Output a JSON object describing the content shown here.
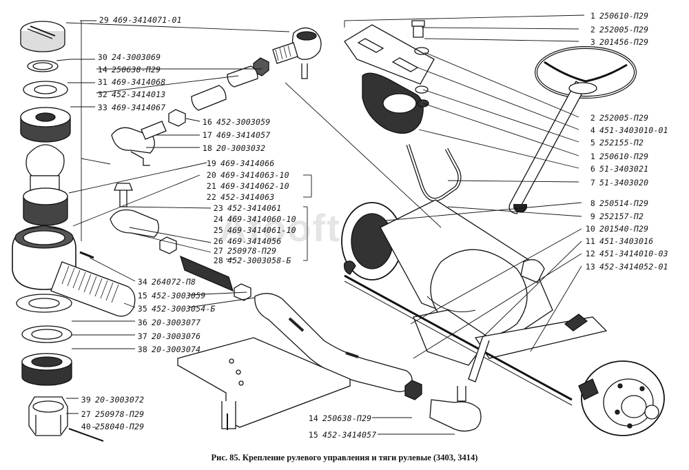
{
  "colors": {
    "ink": "#111111",
    "paper": "#ffffff",
    "shade": "#2a2a2a",
    "watermark": "#a0a0a0"
  },
  "watermark": "Atooft",
  "caption": "Рис. 85. Крепление рулевого управления и тяги рулевые (3403, 3414)",
  "callouts_left": [
    {
      "num": "29",
      "pn": "469-3414071-01"
    },
    {
      "num": "30",
      "pn": "24-3003069"
    },
    {
      "num": "14",
      "pn": "250638-П29"
    },
    {
      "num": "31",
      "pn": "469-3414068"
    },
    {
      "num": "32",
      "pn": "452-3414013"
    },
    {
      "num": "33",
      "pn": "469-3414067"
    },
    {
      "num": "16",
      "pn": "452-3003059"
    },
    {
      "num": "17",
      "pn": "469-3414057"
    },
    {
      "num": "18",
      "pn": "20-3003032"
    },
    {
      "num": "19",
      "pn": "469-3414066"
    },
    {
      "num": "20",
      "pn": "469-3414063-10"
    },
    {
      "num": "21",
      "pn": "469-3414062-10"
    },
    {
      "num": "22",
      "pn": "452-3414063"
    },
    {
      "num": "23",
      "pn": "452-3414061"
    },
    {
      "num": "24",
      "pn": "469-3414060-10"
    },
    {
      "num": "25",
      "pn": "469-3414061-10"
    },
    {
      "num": "26",
      "pn": "469-3414056"
    },
    {
      "num": "27",
      "pn": "250978-П29"
    },
    {
      "num": "28",
      "pn": "452-3003058-Б"
    },
    {
      "num": "34",
      "pn": "264072-П8"
    },
    {
      "num": "15",
      "pn": "452-3003059"
    },
    {
      "num": "35",
      "pn": "452-3003054-Б"
    },
    {
      "num": "36",
      "pn": "20-3003077"
    },
    {
      "num": "37",
      "pn": "20-3003076"
    },
    {
      "num": "38",
      "pn": "20-3003074"
    },
    {
      "num": "39",
      "pn": "20-3003072"
    },
    {
      "num": "27",
      "pn": "250978-П29"
    },
    {
      "num": "40",
      "pn": "258040-П29"
    },
    {
      "num": "14",
      "pn": "250638-П29"
    },
    {
      "num": "15",
      "pn": "452-3414057"
    }
  ],
  "callouts_right": [
    {
      "num": "1",
      "pn": "250610-П29"
    },
    {
      "num": "2",
      "pn": "252005-П29"
    },
    {
      "num": "3",
      "pn": "201456-П29"
    },
    {
      "num": "2",
      "pn": "252005-П29"
    },
    {
      "num": "4",
      "pn": "451-3403010-01"
    },
    {
      "num": "5",
      "pn": "252155-П2"
    },
    {
      "num": "1",
      "pn": "250610-П29"
    },
    {
      "num": "6",
      "pn": "51-3403021"
    },
    {
      "num": "7",
      "pn": "51-3403020"
    },
    {
      "num": "8",
      "pn": "250514-П29"
    },
    {
      "num": "9",
      "pn": "252157-П2"
    },
    {
      "num": "10",
      "pn": "201540-П29"
    },
    {
      "num": "11",
      "pn": "451-3403016"
    },
    {
      "num": "12",
      "pn": "451-3414010-03"
    },
    {
      "num": "13",
      "pn": "452-3414052-01"
    }
  ]
}
